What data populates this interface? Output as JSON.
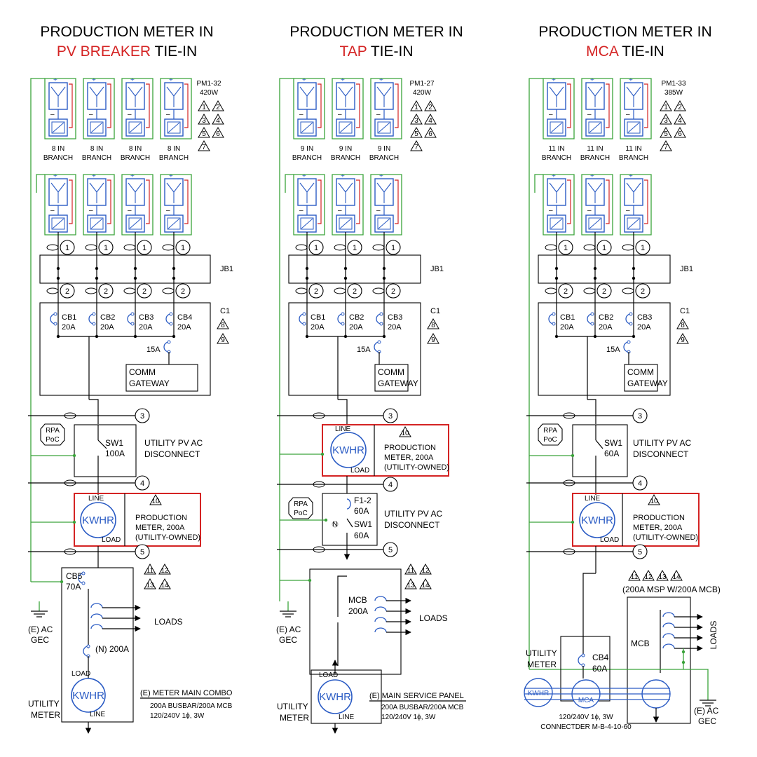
{
  "columns": [
    {
      "title_line1": "PRODUCTION METER IN",
      "title_red": "PV BREAKER",
      "title_rest": " TIE-IN",
      "panel_model": "PM1-32",
      "panel_watt": "420W",
      "notes_top": [
        "1",
        "2",
        "3",
        "4",
        "5",
        "6",
        "7"
      ],
      "branches": [
        {
          "count": "8 IN",
          "label": "BRANCH"
        },
        {
          "count": "8 IN",
          "label": "BRANCH"
        },
        {
          "count": "8 IN",
          "label": "BRANCH"
        },
        {
          "count": "8 IN",
          "label": "BRANCH"
        }
      ],
      "jb": "JB1",
      "combiner": "C1",
      "breakers": [
        {
          "name": "CB1",
          "rating": "20A"
        },
        {
          "name": "CB2",
          "rating": "20A"
        },
        {
          "name": "CB3",
          "rating": "20A"
        },
        {
          "name": "CB4",
          "rating": "20A"
        }
      ],
      "comm_breaker": "15A",
      "comm_line1": "COMM",
      "comm_line2": "GATEWAY",
      "combiner_notes": [
        "8",
        "9"
      ],
      "disconnect_name": "SW1",
      "disconnect_rating": "100A",
      "disconnect_label1": "UTILITY PV AC",
      "disconnect_label2": "DISCONNECT",
      "rpa_line1": "RPA",
      "rpa_line2": "PoC",
      "meter_kwhr": "KWHR",
      "meter_line": "LINE",
      "meter_load": "LOAD",
      "meter_note": "10",
      "meter_label1": "PRODUCTION",
      "meter_label2": "METER, 200A",
      "meter_label3": "(UTILITY-OWNED)",
      "panel_notes": [
        "11",
        "12",
        "13",
        "14"
      ],
      "pv_breaker": "CB5",
      "pv_breaker_rating": "70A",
      "loads": "LOADS",
      "main_breaker": "(N) 200A",
      "gec_line1": "(E) AC",
      "gec_line2": "GEC",
      "utility_label1": "UTILITY",
      "utility_label2": "METER",
      "svc_kwhr": "KWHR",
      "svc_load": "LOAD",
      "svc_line": "LINE",
      "svc_title": "(E) METER MAIN COMBO",
      "svc_spec1": "200A BUSBAR/200A MCB",
      "svc_spec2": "120/240V 1ϕ, 3W",
      "wire_tags": [
        "1",
        "2",
        "3",
        "4",
        "5"
      ]
    },
    {
      "title_line1": "PRODUCTION METER IN",
      "title_red": "TAP",
      "title_rest": " TIE-IN",
      "panel_model": "PM1-27",
      "panel_watt": "420W",
      "notes_top": [
        "1",
        "2",
        "3",
        "4",
        "5",
        "6",
        "7"
      ],
      "branches": [
        {
          "count": "9 IN",
          "label": "BRANCH"
        },
        {
          "count": "9 IN",
          "label": "BRANCH"
        },
        {
          "count": "9 IN",
          "label": "BRANCH"
        }
      ],
      "jb": "JB1",
      "combiner": "C1",
      "breakers": [
        {
          "name": "CB1",
          "rating": "20A"
        },
        {
          "name": "CB2",
          "rating": "20A"
        },
        {
          "name": "CB3",
          "rating": "20A"
        }
      ],
      "comm_breaker": "15A",
      "comm_line1": "COMM",
      "comm_line2": "GATEWAY",
      "combiner_notes": [
        "8",
        "9"
      ],
      "meter_kwhr": "KWHR",
      "meter_line": "LINE",
      "meter_load": "LOAD",
      "meter_note": "10",
      "meter_label1": "PRODUCTION",
      "meter_label2": "METER, 200A",
      "meter_label3": "(UTILITY-OWNED)",
      "fuse_name": "F1-2",
      "fuse_rating": "60A",
      "disconnect_name": "SW1",
      "disconnect_rating": "60A",
      "disconnect_label1": "UTILITY PV AC",
      "disconnect_label2": "DISCONNECT",
      "rpa_line1": "RPA",
      "rpa_line2": "PoC",
      "neutral": "N",
      "panel_notes": [
        "11",
        "12",
        "13",
        "14"
      ],
      "main_breaker_name": "MCB",
      "main_breaker_rating": "200A",
      "loads": "LOADS",
      "gec_line1": "(E) AC",
      "gec_line2": "GEC",
      "utility_label1": "UTILITY",
      "utility_label2": "METER",
      "svc_kwhr": "KWHR",
      "svc_load": "LOAD",
      "svc_line": "LINE",
      "svc_title": "(E) MAIN SERVICE PANEL",
      "svc_spec1": "200A BUSBAR/200A MCB",
      "svc_spec2": "120/240V 1ϕ, 3W",
      "wire_tags": [
        "1",
        "2",
        "3",
        "4",
        "5"
      ]
    },
    {
      "title_line1": "PRODUCTION METER IN",
      "title_red": "MCA",
      "title_rest": " TIE-IN",
      "panel_model": "PM1-33",
      "panel_watt": "385W",
      "notes_top": [
        "1",
        "2",
        "3",
        "4",
        "5",
        "6",
        "7"
      ],
      "branches": [
        {
          "count": "11 IN",
          "label": "BRANCH"
        },
        {
          "count": "11 IN",
          "label": "BRANCH"
        },
        {
          "count": "11 IN",
          "label": "BRANCH"
        }
      ],
      "jb": "JB1",
      "combiner": "C1",
      "breakers": [
        {
          "name": "CB1",
          "rating": "20A"
        },
        {
          "name": "CB2",
          "rating": "20A"
        },
        {
          "name": "CB3",
          "rating": "20A"
        }
      ],
      "comm_breaker": "15A",
      "comm_line1": "COMM",
      "comm_line2": "GATEWAY",
      "combiner_notes": [
        "8",
        "9"
      ],
      "disconnect_name": "SW1",
      "disconnect_rating": "60A",
      "disconnect_label1": "UTILITY PV AC",
      "disconnect_label2": "DISCONNECT",
      "rpa_line1": "RPA",
      "rpa_line2": "PoC",
      "meter_kwhr": "KWHR",
      "meter_line": "LINE",
      "meter_load": "LOAD",
      "meter_note": "10",
      "meter_label1": "PRODUCTION",
      "meter_label2": "METER, 200A",
      "meter_label3": "(UTILITY-OWNED)",
      "panel_notes": [
        "11",
        "12",
        "13",
        "14"
      ],
      "msp_label": "(200A MSP W/200A MCB)",
      "msp_breaker": "MCB",
      "loads": "LOADS",
      "utility_label1": "UTILITY",
      "utility_label2": "METER",
      "mca_breaker": "CB4",
      "mca_rating": "60A",
      "mca_kwhr": "KWHR",
      "mca_label": "MCA",
      "mca_spec1": "120/240V 1ϕ, 3W",
      "mca_spec2": "CONNECTDER M-B-4-10-60",
      "gec_line1": "(E) AC",
      "gec_line2": "GEC",
      "wire_tags": [
        "1",
        "2",
        "3",
        "4",
        "5"
      ]
    }
  ]
}
